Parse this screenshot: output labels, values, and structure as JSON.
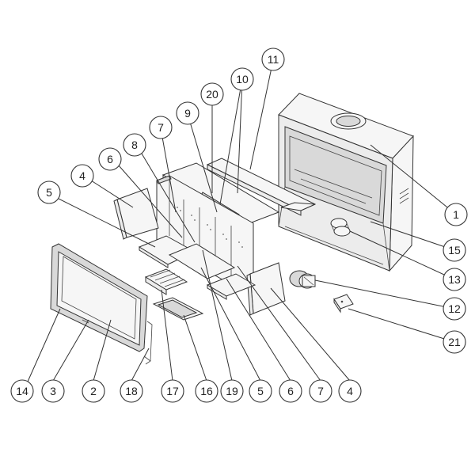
{
  "diagram": {
    "callouts": [
      {
        "id": "c1",
        "label": "1"
      },
      {
        "id": "c2",
        "label": "2"
      },
      {
        "id": "c3",
        "label": "3"
      },
      {
        "id": "c4a",
        "label": "4"
      },
      {
        "id": "c4b",
        "label": "4"
      },
      {
        "id": "c5a",
        "label": "5"
      },
      {
        "id": "c5b",
        "label": "5"
      },
      {
        "id": "c6a",
        "label": "6"
      },
      {
        "id": "c6b",
        "label": "6"
      },
      {
        "id": "c7a",
        "label": "7"
      },
      {
        "id": "c7b",
        "label": "7"
      },
      {
        "id": "c8",
        "label": "8"
      },
      {
        "id": "c9",
        "label": "9"
      },
      {
        "id": "c10",
        "label": "10"
      },
      {
        "id": "c11",
        "label": "11"
      },
      {
        "id": "c12",
        "label": "12"
      },
      {
        "id": "c13",
        "label": "13"
      },
      {
        "id": "c14",
        "label": "14"
      },
      {
        "id": "c15",
        "label": "15"
      },
      {
        "id": "c16",
        "label": "16"
      },
      {
        "id": "c17",
        "label": "17"
      },
      {
        "id": "c18",
        "label": "18"
      },
      {
        "id": "c19",
        "label": "19"
      },
      {
        "id": "c20",
        "label": "20"
      },
      {
        "id": "c21",
        "label": "21"
      }
    ]
  }
}
